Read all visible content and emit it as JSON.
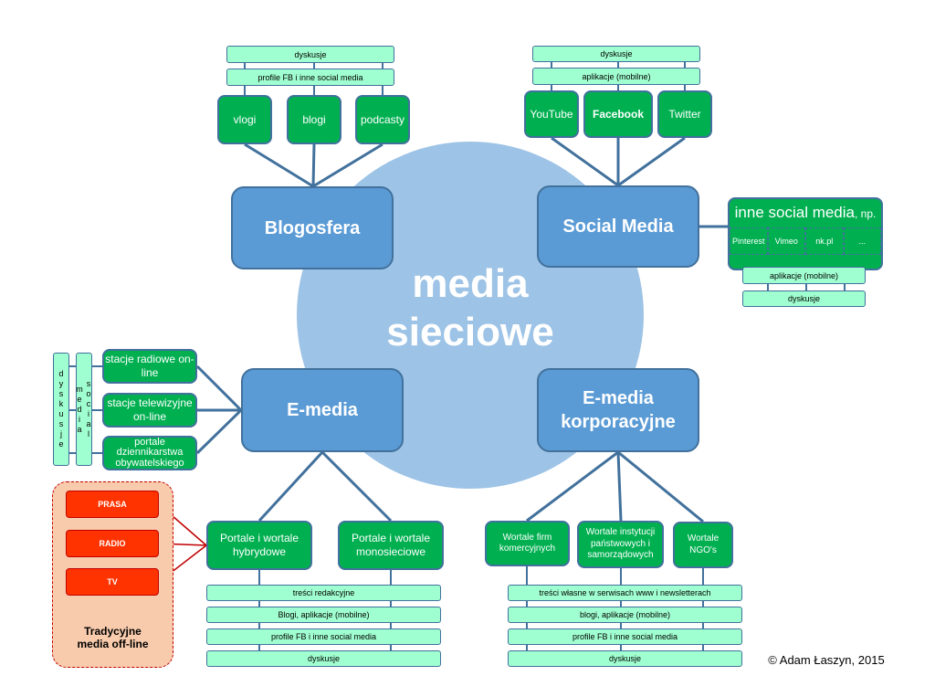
{
  "center": {
    "line1": "media",
    "line2": "sieciowe"
  },
  "blogosfera": {
    "title": "Blogosfera",
    "bars": [
      "dyskusje",
      "profile FB i inne social media"
    ],
    "items": [
      "vlogi",
      "blogi",
      "podcasty"
    ]
  },
  "social": {
    "title": "Social Media",
    "bars": [
      "dyskusje",
      "aplikacje (mobilne)"
    ],
    "items": [
      "YouTube",
      "Facebook",
      "Twitter"
    ],
    "other": {
      "title": "inne social media",
      "suffix": ", np.",
      "items": [
        "Pinterest",
        "Vimeo",
        "nk.pl",
        "..."
      ],
      "bars": [
        "aplikacje (mobilne)",
        "dyskusje"
      ]
    }
  },
  "emedia": {
    "title": "E-media",
    "side_bars": [
      "dyskusje",
      "social media"
    ],
    "items": [
      "stacje radiowe on-line",
      "stacje telewizyjne on-line",
      "portale dziennikarstwa obywatelskiego"
    ],
    "portals": [
      "Portale i wortale hybrydowe",
      "Portale i wortale monosieciowe"
    ],
    "bars": [
      "treści redakcyjne",
      "Blogi, aplikacje (mobilne)",
      "profile FB i inne social media",
      "dyskusje"
    ]
  },
  "traditional": {
    "title": "Tradycyjne media off-line",
    "items": [
      "PRASA",
      "RADIO",
      "TV"
    ]
  },
  "corporate": {
    "title": "E-media korporacyjne",
    "items": [
      "Wortale firm komercyjnych",
      "Wortale instytucji państwowych i samorządowych",
      "Wortale NGO's"
    ],
    "bars": [
      "treści własne w serwisach www i newsletterach",
      "blogi, aplikacje (mobilne)",
      "profile FB i inne social media",
      "dyskusje"
    ]
  },
  "copyright": "© Adam Łaszyn, 2015",
  "colors": {
    "blue": "#5b9bd5",
    "green": "#00b050",
    "mint": "#a0ffd0",
    "circle": "#9dc3e6",
    "red": "#ff3300"
  }
}
